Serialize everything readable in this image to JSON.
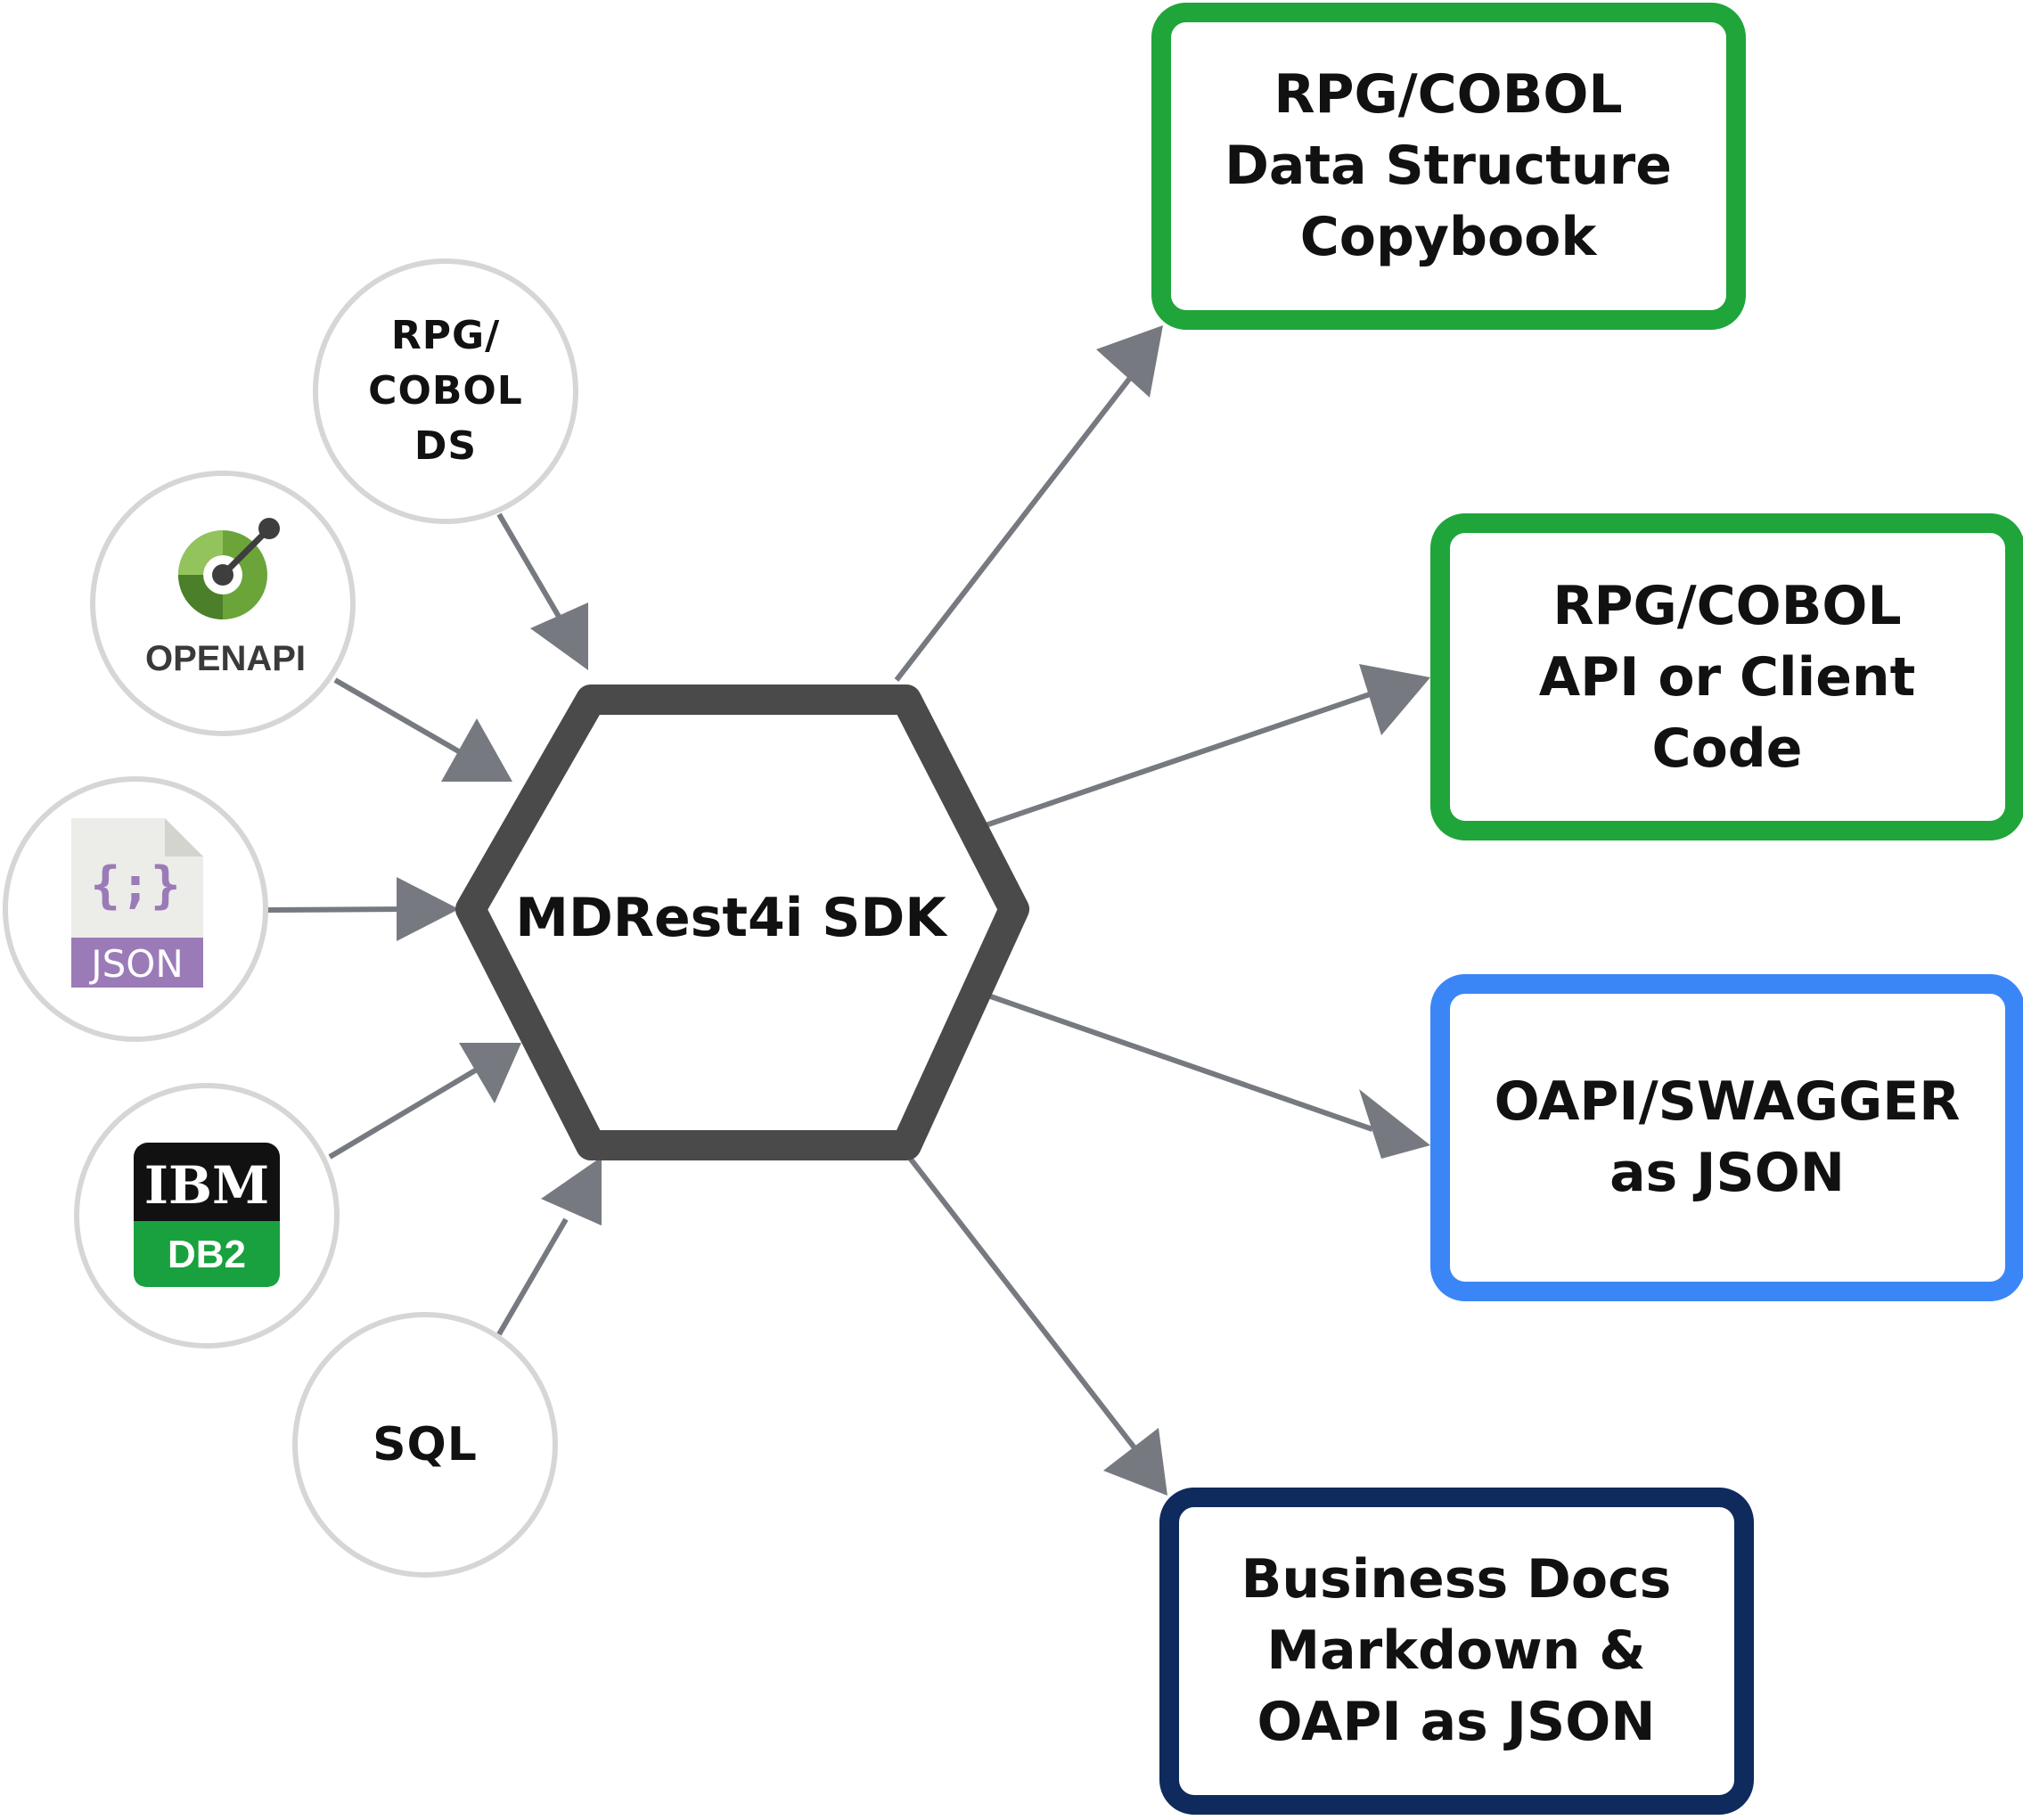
{
  "hub": {
    "label": "MDRest4i SDK"
  },
  "inputs": [
    {
      "id": "rpg-cobol-ds",
      "label": "RPG/\nCOBOL\nDS"
    },
    {
      "id": "openapi",
      "logo_text": "OPENAPI",
      "icon": "openapi-logo"
    },
    {
      "id": "json",
      "logo_text": "JSON",
      "glyph": "{;}",
      "icon": "json-file-icon"
    },
    {
      "id": "db2",
      "logo_top": "IBM",
      "logo_bottom": "DB2",
      "icon": "ibm-db2-logo"
    },
    {
      "id": "sql",
      "label": "SQL"
    }
  ],
  "outputs": [
    {
      "id": "copybook",
      "label": "RPG/COBOL\nData Structure\nCopybook",
      "border_color": "#1fa53a"
    },
    {
      "id": "client-code",
      "label": "RPG/COBOL\nAPI or Client\nCode",
      "border_color": "#1fa53a"
    },
    {
      "id": "swagger",
      "label": "OAPI/SWAGGER\nas JSON",
      "border_color": "#3b86f7"
    },
    {
      "id": "business-docs",
      "label": "Business Docs\nMarkdown &\nOAPI as JSON",
      "border_color": "#0f2a5c"
    }
  ],
  "colors": {
    "arrow": "#767a80",
    "hub_stroke": "#4a4a4a",
    "circle_stroke": "#d6d6d6",
    "openapi_green": "#6ba539",
    "json_purple": "#9b7bb7",
    "db2_green": "#19a13f"
  }
}
